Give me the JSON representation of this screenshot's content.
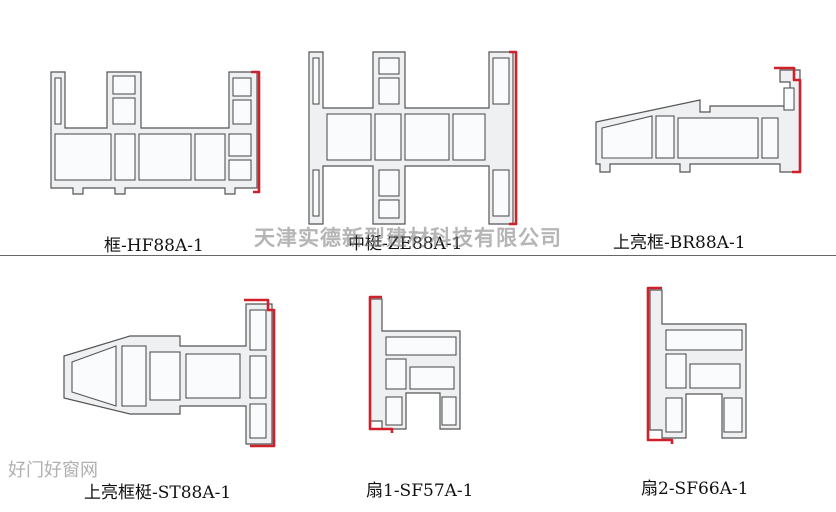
{
  "profiles": [
    {
      "label": "框-HF88A-1"
    },
    {
      "label": "中梃-ZE88A-1"
    },
    {
      "label": "上亮框-BR88A-1"
    },
    {
      "label": "上亮框梃-ST88A-1"
    },
    {
      "label": "扇1-SF57A-1"
    },
    {
      "label": "扇2-SF66A-1"
    }
  ],
  "watermark": "天津实德新型建材科技有限公司",
  "site_watermark": "好门好窗网",
  "colors": {
    "outline": "#555555",
    "seal": "#d0202a",
    "fill": "#eef0f2"
  }
}
